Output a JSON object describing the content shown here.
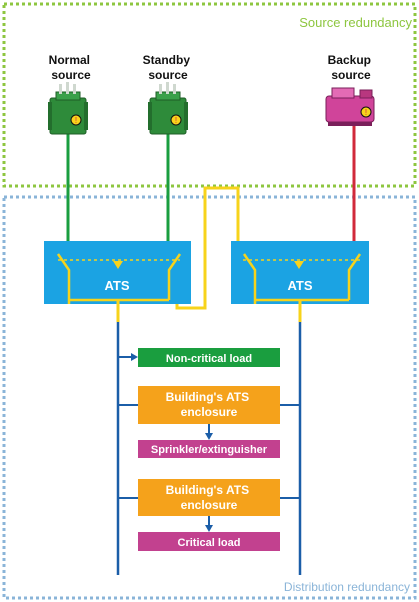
{
  "zones": {
    "source_title": "Source redundancy",
    "distribution_title": "Distribution redundancy"
  },
  "sources": {
    "normal": [
      "Normal",
      "source"
    ],
    "standby": [
      "Standby",
      "source"
    ],
    "backup": [
      "Backup",
      "source"
    ]
  },
  "ats": {
    "left": "ATS",
    "right": "ATS"
  },
  "loads": {
    "noncritical": "Non-critical load",
    "bldg1": [
      "Building's ATS",
      "enclosure"
    ],
    "sprinkler": "Sprinkler/extinguisher",
    "bldg2": [
      "Building's ATS",
      "enclosure"
    ],
    "critical": "Critical load"
  },
  "colors": {
    "source_border": "#8dc63f",
    "distribution_border": "#8ab4d8",
    "ats_fill": "#1ba3e3",
    "noncritical_fill": "#1a9e3f",
    "building_fill": "#f5a21b",
    "sprinkler_fill": "#c2418f",
    "critical_fill": "#c2418f",
    "normal_line": "#1a9e3f",
    "backup_line": "#d12a3b",
    "yellow_line": "#f7d31b",
    "bus_line": "#1b5ea8",
    "generator_green": "#2e8b3a",
    "generator_magenta": "#d0449a"
  }
}
